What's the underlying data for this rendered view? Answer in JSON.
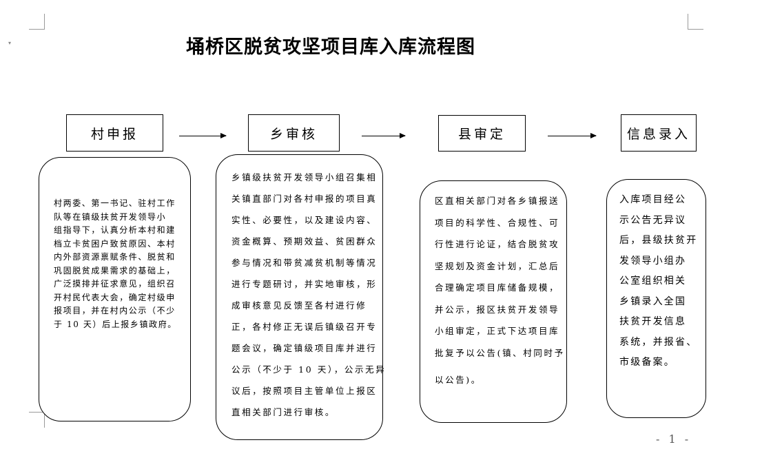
{
  "title": "埇桥区脱贫攻坚项目库入库流程图",
  "steps": [
    "村申报",
    "乡审核",
    "县审定",
    "信息录入"
  ],
  "descriptions": [
    [
      "村两委、第一书记、驻村工作",
      "队等在镇级扶贫开发领导小",
      "组指导下，认真分析本村和建",
      "档立卡贫困户致贫原因、本村",
      "内外部资源禀赋条件、脱贫和",
      "巩固脱贫成果需求的基础上，",
      "广泛摸排并征求意见，组织召",
      "开村民代表大会，确定村级申",
      "报项目，并在村内公示（不少",
      "于 10 天）后上报乡镇政府。"
    ],
    [
      "乡镇级扶贫开发领导小组召集相",
      "关镇直部门对各村申报的项目真",
      "实性、必要性，以及建设内容、",
      "资金概算、预期效益、贫困群众",
      "参与情况和带贫减贫机制等情况",
      "进行专题研讨，并实地审核，形",
      "成审核意见反馈至各村进行修",
      "正，各村修正无误后镇级召开专",
      "题会议，确定镇级项目库并进行",
      "公示（不少于 10 天），公示无异",
      "议后，按照项目主管单位上报区",
      "直相关部门进行审核。"
    ],
    [
      "区直相关部门对各乡镇报送",
      "项目的科学性、合规性、可",
      "行性进行论证，结合脱贫攻",
      "坚规划及资金计划，汇总后",
      "合理确定项目库储备规模，",
      "并公示，报区扶贫开发领导",
      "小组审定，正式下达项目库",
      "批复予以公告(镇、村同时予",
      "以公告)。"
    ],
    [
      "入库项目经公",
      "示公告无异议",
      "后，县级扶贫开",
      "发领导小组办",
      "公室组织相关",
      "乡镇录入全国",
      "扶贫开发信息",
      "系统，并报省、",
      "市级备案。"
    ]
  ],
  "page_number": "- 1 -"
}
